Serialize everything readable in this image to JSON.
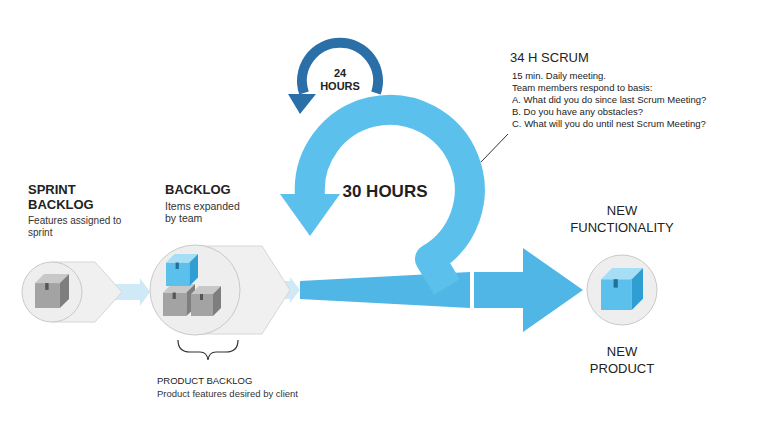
{
  "diagram": {
    "nodes": [
      {
        "text": [
          "SPRINT BACKLOG",
          "Features assigned to sprint"
        ]
      },
      {
        "text": [
          "BACKLOG",
          "Items expanded by team"
        ]
      },
      {
        "text": [
          "30 HOURS"
        ]
      },
      {
        "text": [
          "NEW FUNCTIONALITY",
          "NEW PRODUCT"
        ]
      }
    ],
    "edges": [
      {
        "from": 0,
        "to": 1,
        "arrow": "to"
      },
      {
        "from": 1,
        "to": 2,
        "arrow": "to"
      },
      {
        "from": 2,
        "to": 3,
        "arrow": "to"
      }
    ],
    "labels": [
      "24 HOURS",
      "34 H SCRUM",
      "15 min. Daily meeting.",
      "Team members respond to basis:",
      "A. What did you do since last Scrum Meeting?",
      "B. Do you have any obstacles?",
      "C. What will you do until nest Scrum Meeting?",
      "PRODUCT BACKLOG",
      "Product features desired by client"
    ]
  }
}
